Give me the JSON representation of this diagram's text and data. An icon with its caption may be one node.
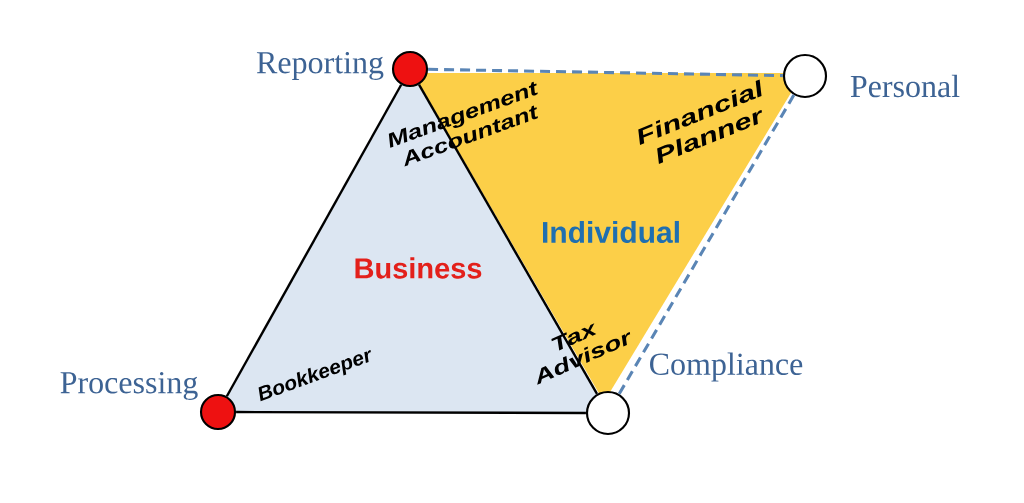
{
  "diagram": {
    "nodes": [
      {
        "text": [],
        "shape": "circle",
        "beside": [
          "Reporting"
        ]
      },
      {
        "text": [],
        "shape": "circle",
        "beside": [
          "Personal"
        ]
      },
      {
        "text": [
          "Business"
        ]
      },
      {
        "text": [
          "Individual"
        ]
      },
      {
        "text": [],
        "shape": "circle",
        "beside": [
          "Processing"
        ]
      },
      {
        "text": [],
        "shape": "circle"
      }
    ],
    "edges": [
      {
        "from": 0,
        "to": 4,
        "arrow": "none"
      },
      {
        "from": 0,
        "to": 5,
        "arrow": "none"
      },
      {
        "from": 4,
        "to": 5,
        "arrow": "none"
      },
      {
        "from": 0,
        "to": 1,
        "arrow": "none",
        "style": "dashed",
        "color": "#5a85b5"
      },
      {
        "from": 1,
        "to": 5,
        "arrow": "none",
        "style": "dashed",
        "color": "#5a85b5"
      }
    ],
    "labels": [
      "Management Accountant",
      "Financial Planner",
      "Tax Advisor",
      "Compliance",
      "Bookkeeper"
    ]
  }
}
